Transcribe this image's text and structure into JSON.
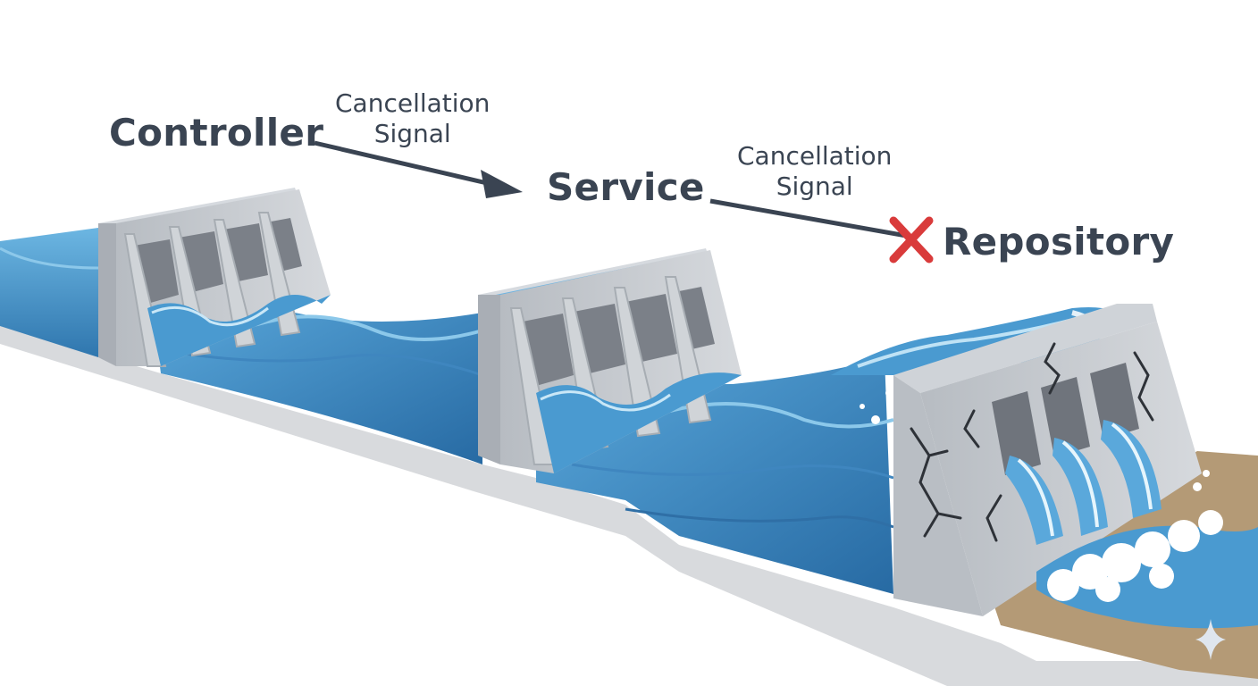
{
  "nodes": {
    "controller": "Controller",
    "service": "Service",
    "repository": "Repository"
  },
  "signals": [
    {
      "line1": "Cancellation",
      "line2": "Signal"
    },
    {
      "line1": "Cancellation",
      "line2": "Signal"
    }
  ],
  "colors": {
    "text": "#3a4452",
    "water": "#4a9ad0",
    "water_dark": "#2f76ae",
    "foam": "#ffffff",
    "concrete": "#c4c8cd",
    "concrete_dark": "#9ea4ab",
    "cross": "#d93b3b",
    "ground": "#b49a76"
  },
  "icons": [
    "arrow-right-icon",
    "cancel-x-icon",
    "sparkle-icon"
  ]
}
